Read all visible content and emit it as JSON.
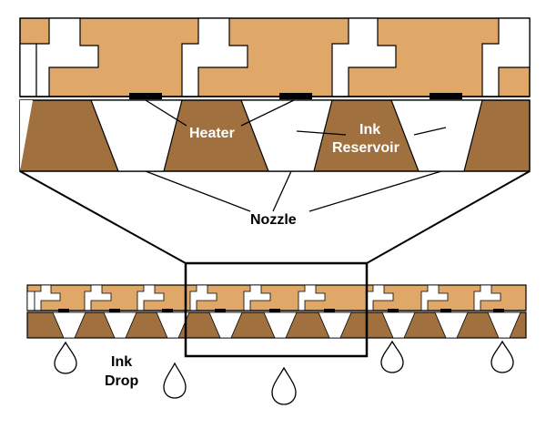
{
  "labels": {
    "heater": "Heater",
    "ink": "Ink",
    "reservoir": "Reservoir",
    "nozzle": "Nozzle",
    "ink_drop_line1": "Ink",
    "ink_drop_line2": "Drop"
  },
  "colors": {
    "ink_brown": "#a0703e",
    "tan": "#e0a868",
    "outline": "#000000",
    "background": "#ffffff"
  }
}
